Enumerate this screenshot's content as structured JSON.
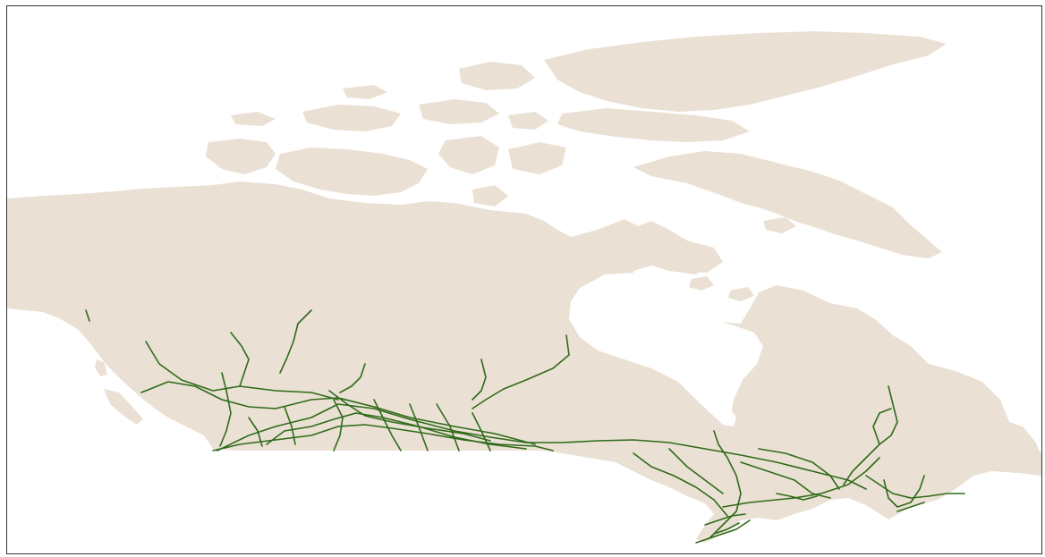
{
  "map": {
    "region": "Canada",
    "layers": [
      {
        "name": "land",
        "color": "#ebe0d4"
      },
      {
        "name": "water",
        "color": "#ffffff"
      },
      {
        "name": "rail-network",
        "color": "#2e6b1a"
      }
    ],
    "frame_color": "#333333"
  }
}
